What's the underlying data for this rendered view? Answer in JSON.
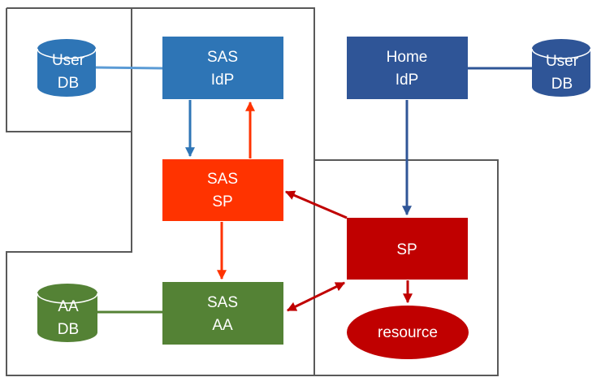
{
  "nodes": {
    "user_db_left": {
      "line1": "User",
      "line2": "DB",
      "color": "#2E75B6"
    },
    "sas_idp": {
      "line1": "SAS",
      "line2": "IdP",
      "color": "#2E75B6"
    },
    "sas_sp": {
      "line1": "SAS",
      "line2": "SP",
      "color": "#FF3300"
    },
    "sas_aa": {
      "line1": "SAS",
      "line2": "AA",
      "color": "#548235"
    },
    "aa_db": {
      "line1": "AA",
      "line2": "DB",
      "color": "#548235"
    },
    "home_idp": {
      "line1": "Home",
      "line2": "IdP",
      "color": "#2F5597"
    },
    "user_db_right": {
      "line1": "User",
      "line2": "DB",
      "color": "#2F5597"
    },
    "sp": {
      "label": "SP",
      "color": "#C00000"
    },
    "resource": {
      "label": "resource",
      "color": "#C00000"
    }
  },
  "colors": {
    "region_border": "#595959",
    "blue_link": "#5B9BD5",
    "blue_arrow": "#2E75B6",
    "navy_arrow": "#2F5597",
    "orange_arrow": "#FF3300",
    "green_link": "#548235",
    "red_arrow": "#C00000"
  }
}
